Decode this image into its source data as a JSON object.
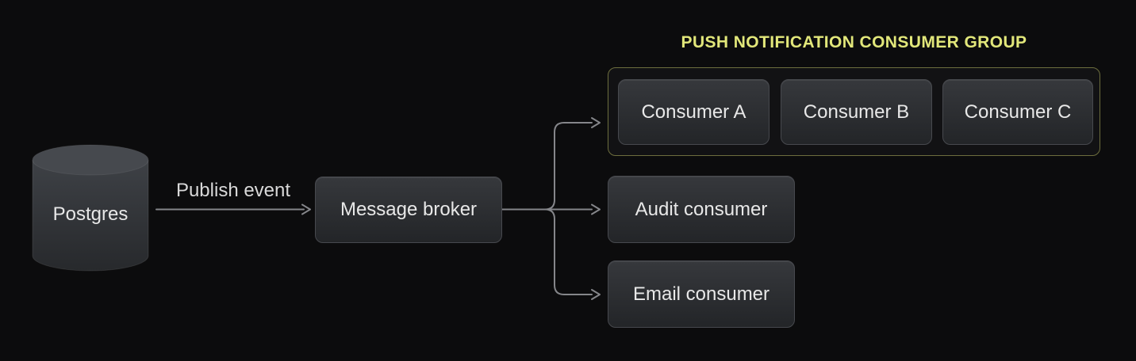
{
  "diagram": {
    "group": {
      "title": "PUSH NOTIFICATION CONSUMER GROUP"
    },
    "nodes": {
      "postgres": {
        "label": "Postgres",
        "type": "database"
      },
      "message_broker": {
        "label": "Message broker"
      },
      "consumer_a": {
        "label": "Consumer A"
      },
      "consumer_b": {
        "label": "Consumer B"
      },
      "consumer_c": {
        "label": "Consumer C"
      },
      "audit_consumer": {
        "label": "Audit consumer"
      },
      "email_consumer": {
        "label": "Email consumer"
      }
    },
    "edges": [
      {
        "from": "Postgres",
        "to": "Message broker",
        "label": "Publish event"
      },
      {
        "from": "Message broker",
        "to": "Push notification consumer group"
      },
      {
        "from": "Message broker",
        "to": "Audit consumer"
      },
      {
        "from": "Message broker",
        "to": "Email consumer"
      }
    ]
  },
  "colors": {
    "background": "#0c0c0d",
    "accent": "#e2e77a",
    "group-border": "#6d6e3e",
    "node-border": "#47494e",
    "node-fill-top": "#36383c",
    "node-fill-bottom": "#232528",
    "edge": "#85868a",
    "text": "#e8e8e8"
  }
}
